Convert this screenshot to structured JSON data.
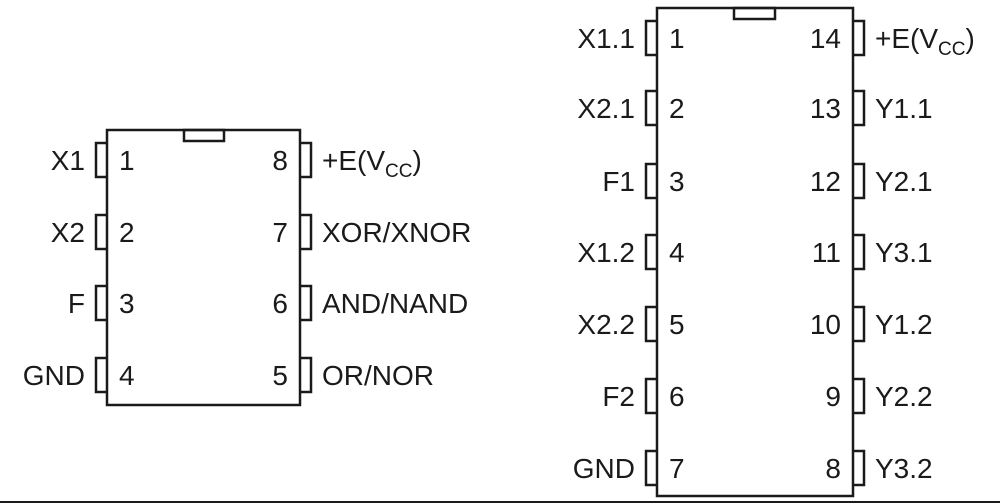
{
  "chip8": {
    "left_pins": [
      {
        "num": "1",
        "label": "X1"
      },
      {
        "num": "2",
        "label": "X2"
      },
      {
        "num": "3",
        "label": "F"
      },
      {
        "num": "4",
        "label": "GND"
      }
    ],
    "right_pins": [
      {
        "num": "8",
        "label": "+E(V",
        "sub": "CC",
        "close": ")"
      },
      {
        "num": "7",
        "label": "XOR/XNOR"
      },
      {
        "num": "6",
        "label": "AND/NAND"
      },
      {
        "num": "5",
        "label": "OR/NOR"
      }
    ]
  },
  "chip14": {
    "left_pins": [
      {
        "num": "1",
        "label": "X1.1"
      },
      {
        "num": "2",
        "label": "X2.1"
      },
      {
        "num": "3",
        "label": "F1"
      },
      {
        "num": "4",
        "label": "X1.2"
      },
      {
        "num": "5",
        "label": "X2.2"
      },
      {
        "num": "6",
        "label": "F2"
      },
      {
        "num": "7",
        "label": "GND"
      }
    ],
    "right_pins": [
      {
        "num": "14",
        "label": "+E(V",
        "sub": "CC",
        "close": ")"
      },
      {
        "num": "13",
        "label": "Y1.1"
      },
      {
        "num": "12",
        "label": "Y2.1"
      },
      {
        "num": "11",
        "label": "Y3.1"
      },
      {
        "num": "10",
        "label": "Y1.2"
      },
      {
        "num": "9",
        "label": "Y2.2"
      },
      {
        "num": "8",
        "label": "Y3.2"
      }
    ]
  }
}
